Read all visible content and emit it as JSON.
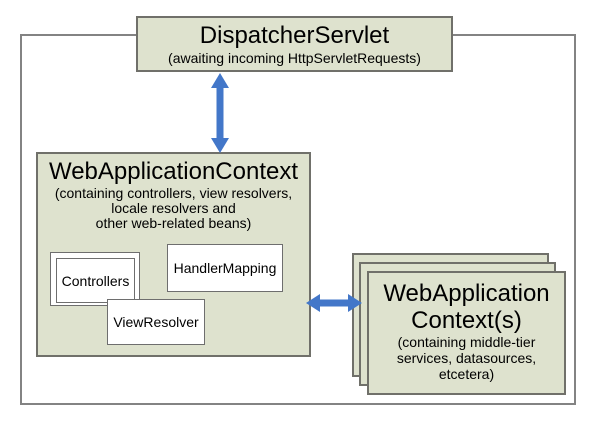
{
  "dispatcher": {
    "title": "DispatcherServlet",
    "subtitle": "(awaiting incoming HttpServletRequests)"
  },
  "web_app_context": {
    "title": "WebApplicationContext",
    "subtitle_lines": [
      "(containing controllers, view resolvers,",
      "locale resolvers and",
      "other web-related beans)"
    ],
    "beans": {
      "controllers": "Controllers",
      "handler_mapping": "HandlerMapping",
      "view_resolver": "ViewResolver"
    }
  },
  "middle_tier_contexts": {
    "title_lines": [
      "WebApplication",
      "Context(s)"
    ],
    "subtitle_lines": [
      "(containing middle-tier",
      "services, datasources,",
      "etcetera)"
    ]
  },
  "colors": {
    "box_fill": "#dee2ce",
    "box_border": "#70706a",
    "outer_border": "#838383",
    "arrow_blue": "#4377c9",
    "inner_box_fill": "#ffffff",
    "inner_box_border": "#6e6e6e"
  }
}
